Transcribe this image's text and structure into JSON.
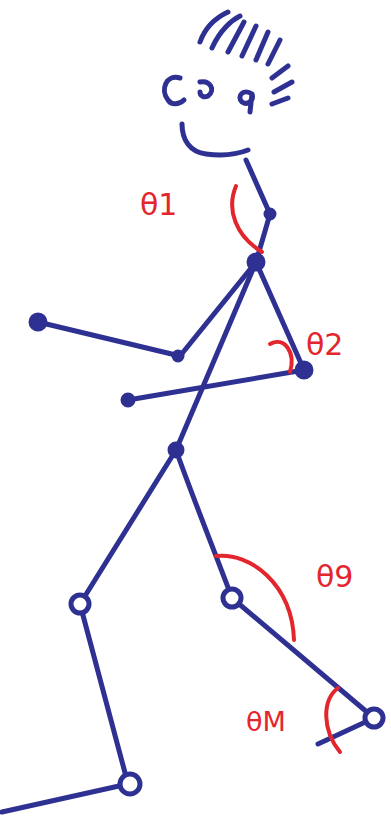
{
  "diagram": {
    "labels": [
      "θ1",
      "θ2",
      "θ9",
      "θM"
    ]
  }
}
